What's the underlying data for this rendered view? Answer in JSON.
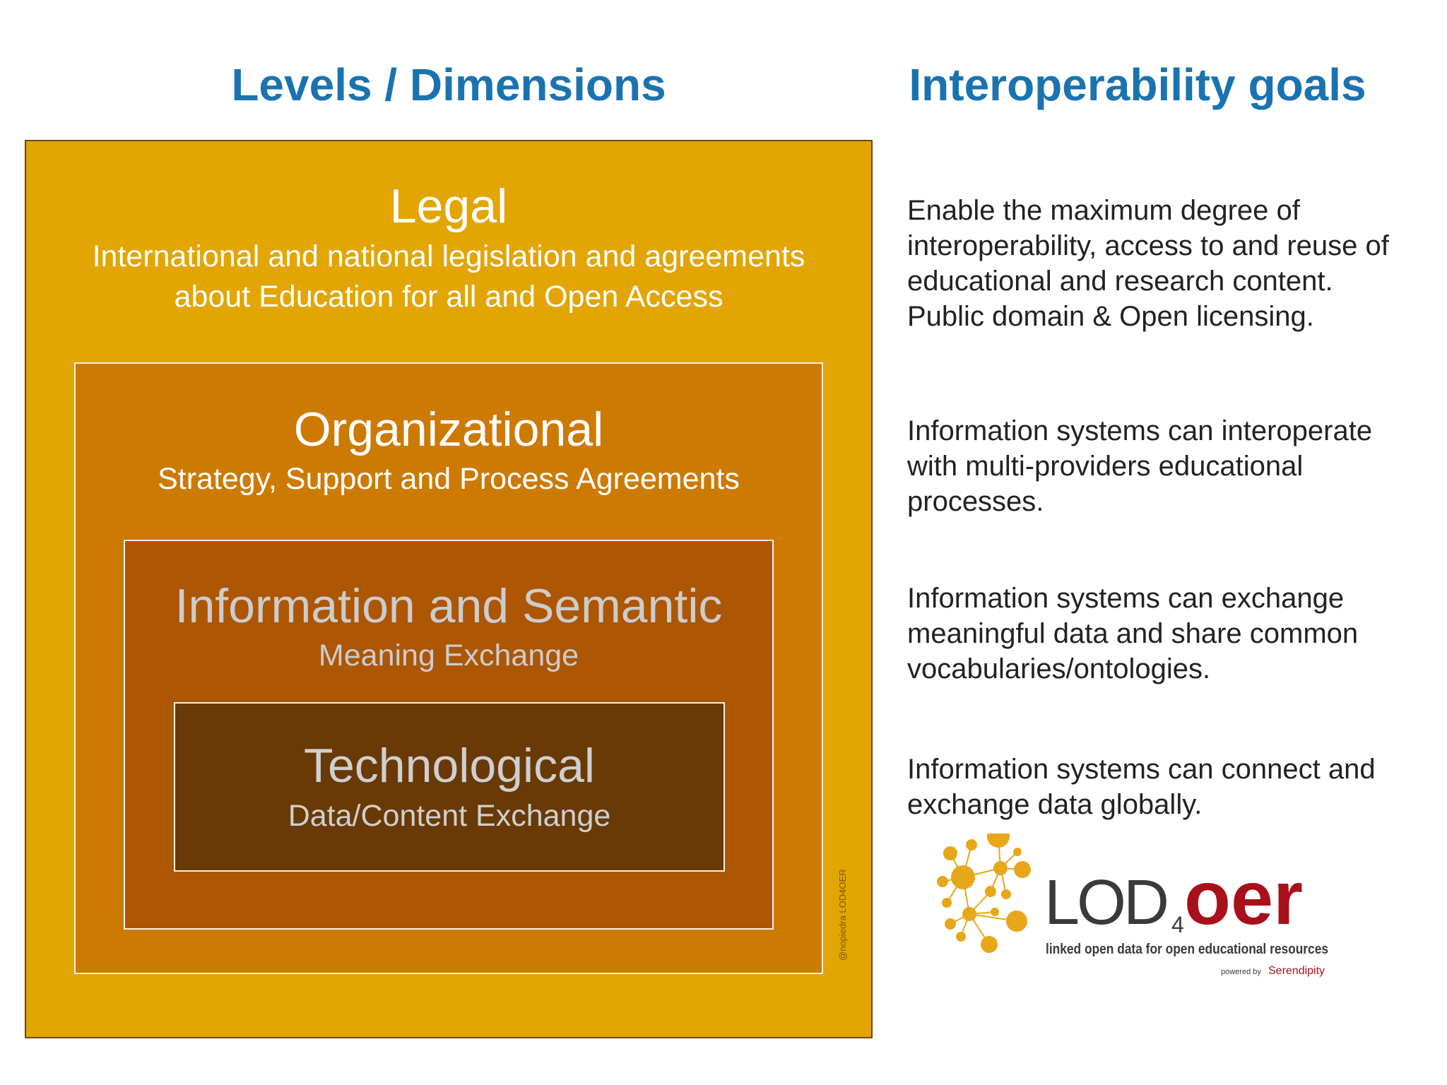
{
  "colors": {
    "heading": "#1a73b0",
    "legal_bg": "#e2a503",
    "organizational_bg": "#cd7a02",
    "information_bg": "#ad5604",
    "technological_bg": "#693a05",
    "level_text": "#ffffff",
    "information_text": "#cccccc",
    "technological_text": "#cfcfcf",
    "logo_node": "#e6a71a",
    "logo_oer": "#a8101a",
    "logo_lod": "#3a3a3a"
  },
  "headings": {
    "left": "Levels / Dimensions",
    "right": "Interoperability goals"
  },
  "levels": [
    {
      "title": "Legal",
      "desc": [
        "International and national legislation and agreements",
        "about Education for all and Open Access"
      ]
    },
    {
      "title": "Organizational",
      "desc": [
        "Strategy, Support and Process Agreements"
      ]
    },
    {
      "title": "Information and Semantic",
      "desc": [
        "Meaning Exchange"
      ]
    },
    {
      "title": "Technological",
      "desc": [
        "Data/Content Exchange"
      ]
    }
  ],
  "watermark": "@nopiedra LOD4OER",
  "goals": [
    [
      "Enable the maximum degree of",
      "interoperability, access to and reuse of",
      "educational and research content.",
      "Public domain  & Open licensing."
    ],
    [
      "Information systems can interoperate",
      "with multi-providers educational",
      "processes."
    ],
    [
      "Information systems can exchange",
      "meaningful data and share common",
      "vocabularies/ontologies."
    ],
    [
      "Information systems can connect and",
      "exchange data globally."
    ]
  ],
  "logo": {
    "lod": "LOD",
    "sub4": "4",
    "oer": "oer",
    "tagline": "linked open data for open educational resources",
    "powered_by": "powered by",
    "brand": "Serendipity"
  }
}
